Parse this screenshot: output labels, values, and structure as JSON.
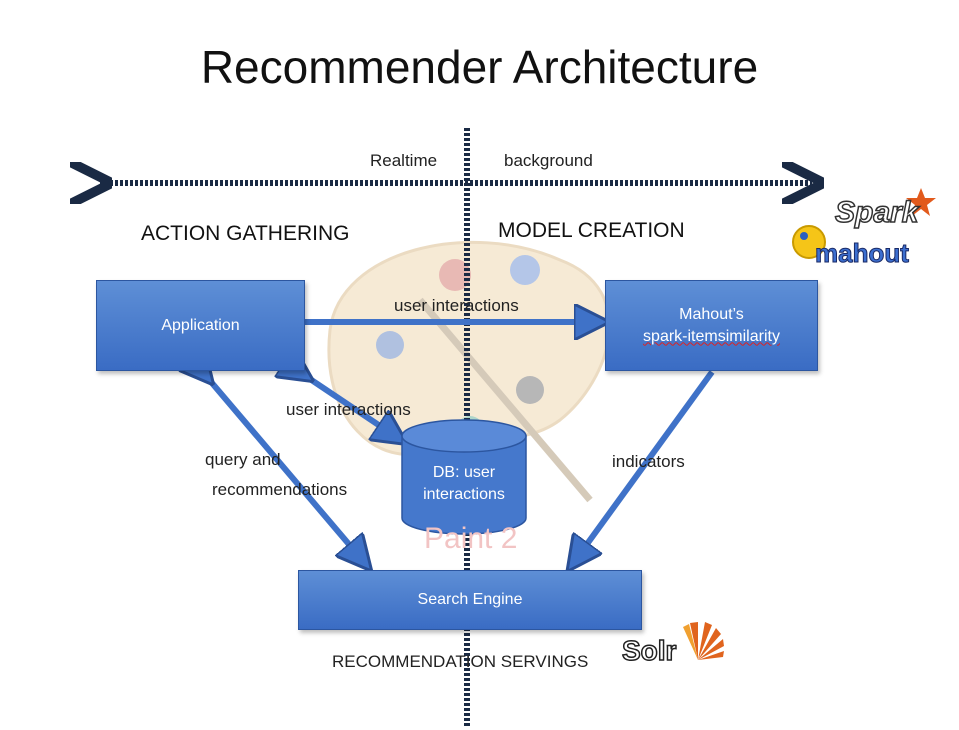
{
  "title": "Recommender Architecture",
  "axis": {
    "left_label": "Realtime",
    "right_label": "background"
  },
  "sections": {
    "left_heading": "ACTION GATHERING",
    "right_heading": "MODEL CREATION",
    "bottom_heading": "RECOMMENDATION SERVINGS"
  },
  "nodes": {
    "application": "Application",
    "mahout_line1": "Mahout’s",
    "mahout_line2": "spark-itemsimilarity",
    "db_line1": "DB: user",
    "db_line2": "interactions",
    "search_engine": "Search Engine"
  },
  "edges": {
    "app_to_mahout": "user interactions",
    "app_to_db": "user interactions",
    "query_line1": "query and",
    "query_line2": "recommendations",
    "indicators": "indicators"
  },
  "logos": {
    "spark": "Spark",
    "mahout": "mahout",
    "solr": "Solr"
  },
  "watermark": "Paint 2",
  "colors": {
    "box": "#3f72c8",
    "arrow": "#3f72c8",
    "dotted": "#1a2a44"
  }
}
